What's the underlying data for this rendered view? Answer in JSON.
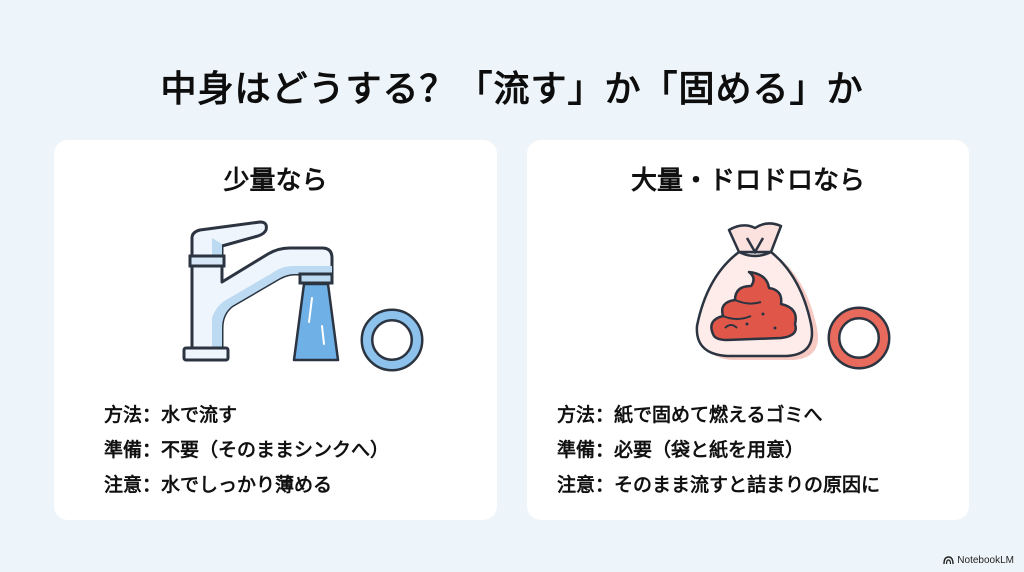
{
  "title": "中身はどうする？「流す」か「固める」か",
  "cards": [
    {
      "title": "少量なら",
      "illustration": "faucet-icon",
      "verdict_icon": "circle-ok-icon",
      "accent_color": "#5aa6e0",
      "items": [
        {
          "label": "方法",
          "sep": "：",
          "value": "水で流す"
        },
        {
          "label": "準備",
          "sep": "：",
          "value": "不要（そのままシンクへ）"
        },
        {
          "label": "注意",
          "sep": "：",
          "value": "水でしっかり薄める"
        }
      ]
    },
    {
      "title": "大量・ドロドロなら",
      "illustration": "bag-of-sludge-icon",
      "verdict_icon": "circle-ok-icon",
      "accent_color": "#e0574a",
      "items": [
        {
          "label": "方法",
          "sep": "：",
          "value": "紙で固めて燃えるゴミへ"
        },
        {
          "label": "準備",
          "sep": "：",
          "value": "必要（袋と紙を用意）"
        },
        {
          "label": "注意",
          "sep": "：",
          "value": "そのまま流すと詰まりの原因に"
        }
      ]
    }
  ],
  "footer": {
    "brand": "NotebookLM",
    "icon": "notebooklm-logo-icon"
  }
}
